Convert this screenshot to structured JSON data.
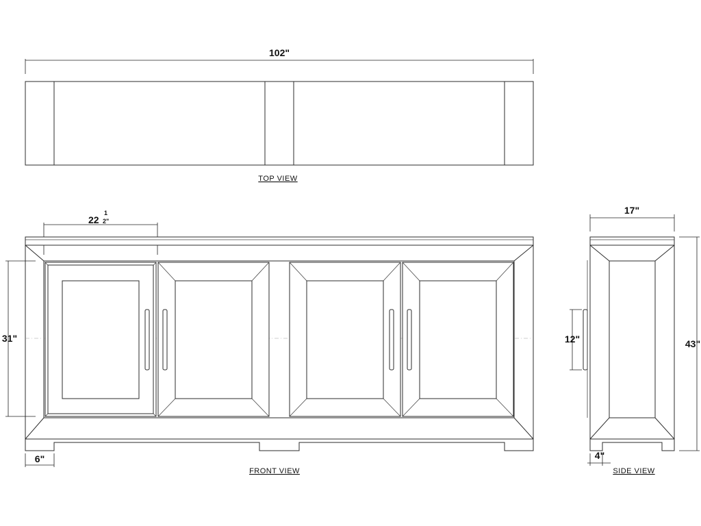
{
  "views": {
    "top": {
      "caption": "TOP VIEW"
    },
    "front": {
      "caption": "FRONT VIEW"
    },
    "side": {
      "caption": "SIDE VIEW"
    }
  },
  "dimensions": {
    "overall_width": "102\"",
    "door_width_whole": "22",
    "door_width_num": "1",
    "door_width_den": "2\"",
    "door_height": "31\"",
    "leg_width": "6\"",
    "depth": "17\"",
    "handle_height": "12\"",
    "side_leg": "4\"",
    "overall_height": "43\""
  }
}
